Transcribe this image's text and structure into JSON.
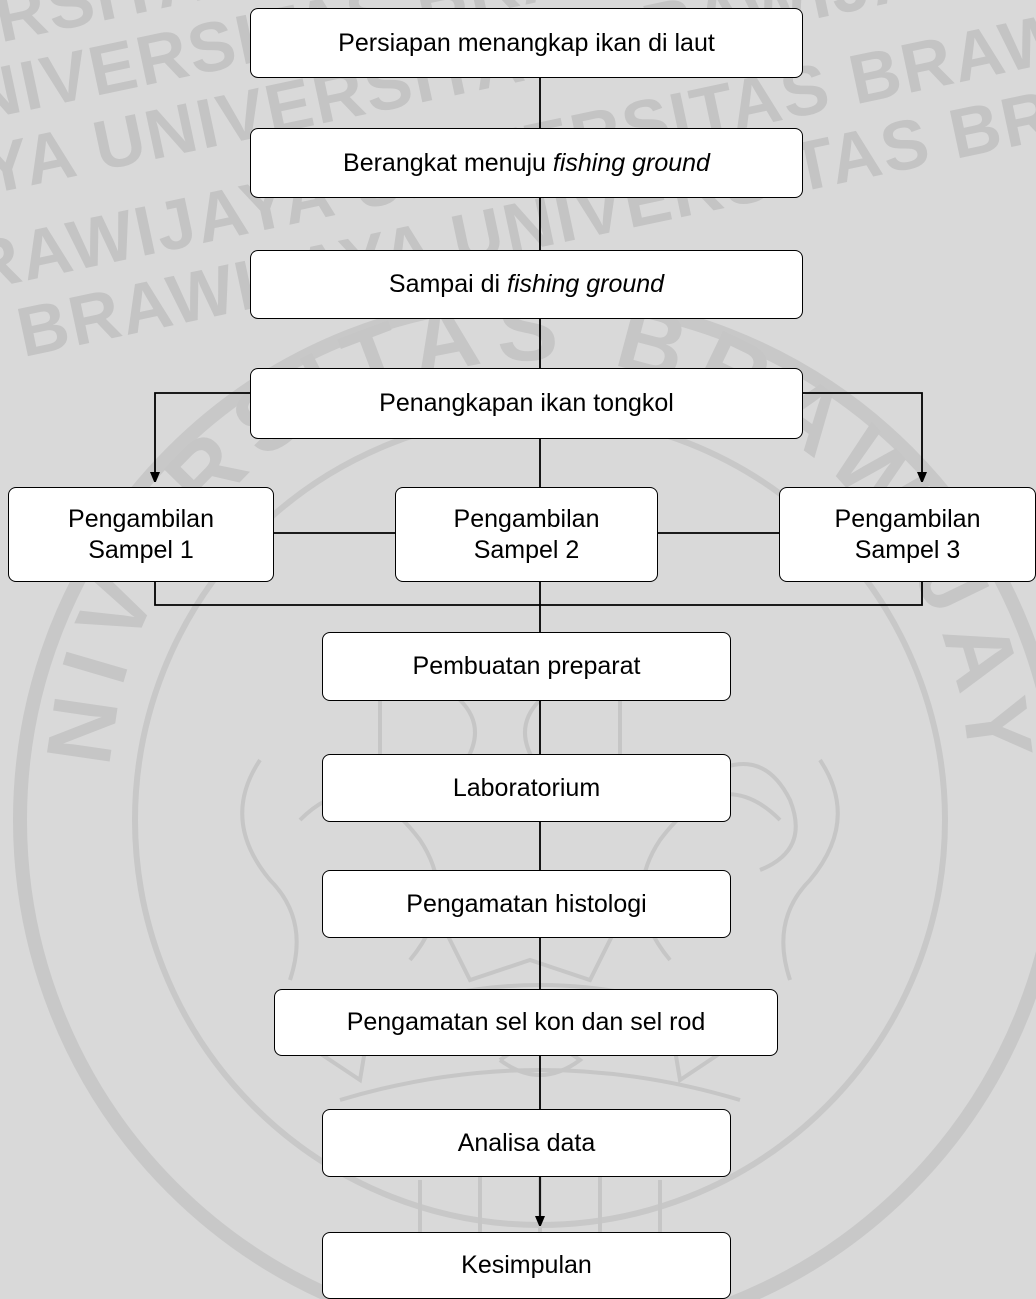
{
  "colors": {
    "background": "#d9d9d9",
    "watermark": "#c4c4c4",
    "box_fill": "#ffffff",
    "stroke": "#000000"
  },
  "watermark": {
    "rows": [
      "ERSITAS BRAWIJAYA UNIVERSITAS BRAWIJAYA",
      "UNIVERSITAS BRAWIJAYA UNIVERSITAS BRAWIJAYA",
      "JAYA UNIVERSITAS BRAWIJAYA UNIVERSITAS",
      "BRAWIJAYA UNIVERSITAS BRAWIJAYA",
      "AS BRAWIJAYA UNIVERSITAS BRAWIJAYA"
    ],
    "seal_text": "UNIVERSITAS BRAWIJAYA"
  },
  "nodes": {
    "persiapan": {
      "text": "Persiapan menangkap ikan di laut"
    },
    "berangkat": {
      "text_plain": "Berangkat menuju ",
      "text_italic": "fishing ground"
    },
    "sampai": {
      "text_plain": "Sampai di ",
      "text_italic": "fishing ground"
    },
    "penangkapan": {
      "text": "Penangkapan ikan tongkol"
    },
    "sampel1": {
      "line1": "Pengambilan",
      "line2": "Sampel 1"
    },
    "sampel2": {
      "line1": "Pengambilan",
      "line2": "Sampel 2"
    },
    "sampel3": {
      "line1": "Pengambilan",
      "line2": "Sampel 3"
    },
    "preparat": {
      "text": "Pembuatan preparat"
    },
    "laboratorium": {
      "text": "Laboratorium"
    },
    "histologi": {
      "text": "Pengamatan histologi"
    },
    "sel": {
      "text": "Pengamatan sel kon dan sel rod"
    },
    "analisa": {
      "text": "Analisa data"
    },
    "kesimpulan": {
      "text": "Kesimpulan"
    }
  }
}
